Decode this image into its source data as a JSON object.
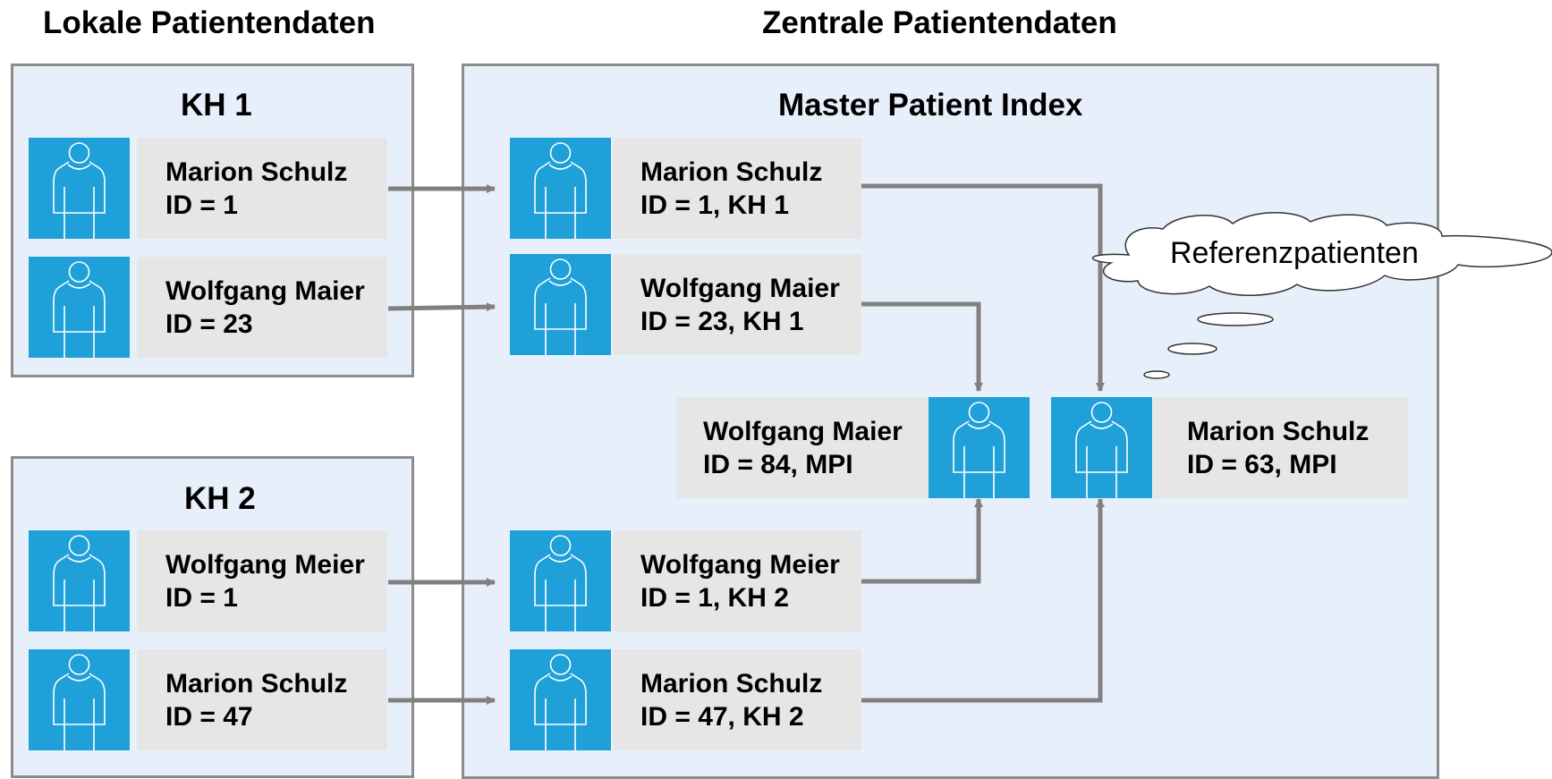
{
  "headings": {
    "local": "Lokale Patientendaten",
    "central": "Zentrale Patientendaten"
  },
  "kh1": {
    "title": "KH 1",
    "patients": [
      {
        "name": "Marion Schulz",
        "id": "ID = 1"
      },
      {
        "name": "Wolfgang Maier",
        "id": "ID = 23"
      }
    ]
  },
  "kh2": {
    "title": "KH 2",
    "patients": [
      {
        "name": "Wolfgang Meier",
        "id": "ID = 1"
      },
      {
        "name": "Marion Schulz",
        "id": "ID = 47"
      }
    ]
  },
  "mpi": {
    "title": "Master Patient Index",
    "source_records": [
      {
        "name": "Marion Schulz",
        "id": "ID = 1, KH 1"
      },
      {
        "name": "Wolfgang Maier",
        "id": "ID = 23, KH 1"
      },
      {
        "name": "Wolfgang Meier",
        "id": "ID = 1, KH 2"
      },
      {
        "name": "Marion Schulz",
        "id": "ID = 47, KH 2"
      }
    ],
    "reference_patients": [
      {
        "name": "Wolfgang Maier",
        "id": "ID = 84, MPI"
      },
      {
        "name": "Marion Schulz",
        "id": "ID = 63, MPI"
      }
    ]
  },
  "cloud": {
    "label": "Referenzpatienten"
  },
  "colors": {
    "panel_fill": "#e7f0fa",
    "panel_border": "#8c8c8c",
    "avatar": "#1fa0d9",
    "card": "#e6e6e6",
    "arrow": "#808080"
  },
  "icons": [
    "person-icon",
    "arrow-right",
    "arrow-up",
    "arrow-down",
    "thought-cloud"
  ]
}
